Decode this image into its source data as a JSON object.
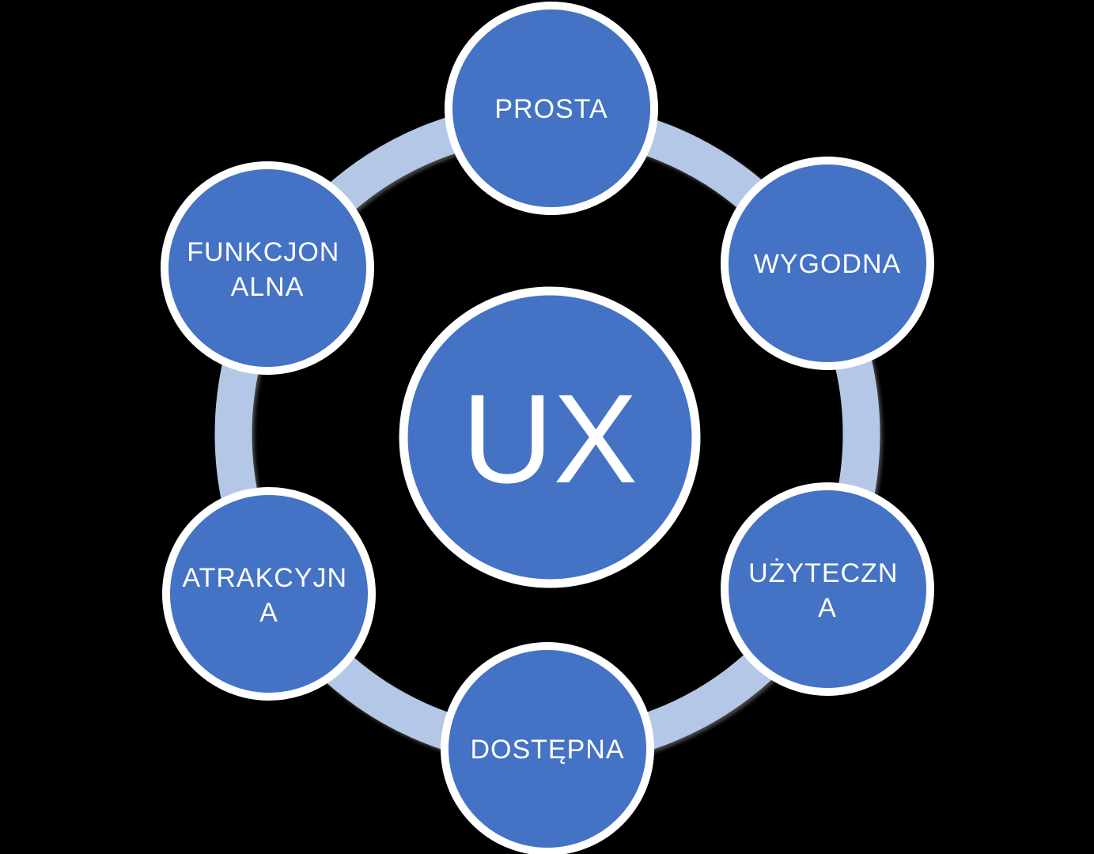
{
  "diagram": {
    "title": "UX cycle diagram",
    "center": {
      "label": "UX"
    },
    "nodes": [
      {
        "id": "prosta",
        "label": "PROSTA",
        "lines": [
          "PROSTA"
        ]
      },
      {
        "id": "wygodna",
        "label": "WYGODNA",
        "lines": [
          "WYGODNA"
        ]
      },
      {
        "id": "uzyteczna",
        "label": "UŻYTECZNA",
        "lines": [
          "UŻYTECZN",
          "A"
        ]
      },
      {
        "id": "dostepna",
        "label": "DOSTĘPNA",
        "lines": [
          "DOSTĘPNA"
        ]
      },
      {
        "id": "atrakcyjna",
        "label": "ATRAKCYJNA",
        "lines": [
          "ATRAKCYJN",
          "A"
        ]
      },
      {
        "id": "funkcjonalna",
        "label": "FUNKCJONALNA",
        "lines": [
          "FUNKCJON",
          "ALNA"
        ]
      }
    ]
  },
  "colors": {
    "node_fill": "#4472C4",
    "connector": "#B4C7E7",
    "outline": "#FFFFFF",
    "label_text": "#FFFFFF",
    "background": "#000000"
  }
}
